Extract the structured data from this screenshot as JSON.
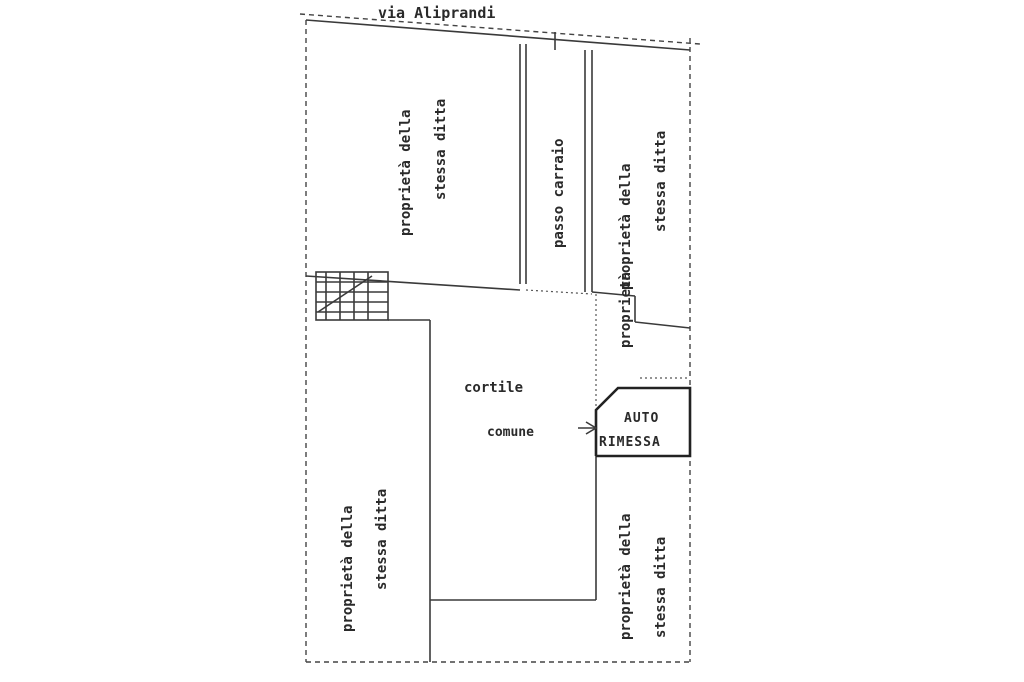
{
  "street": {
    "name": "via Aliprandi"
  },
  "areas": {
    "top_left": {
      "line1": "proprietà della",
      "line2": "stessa ditta"
    },
    "driveway": {
      "label": "passo carraio"
    },
    "top_right": {
      "line1": "proprietà della",
      "line2": "stessa ditta"
    },
    "middle_right": {
      "label": "proprietà"
    },
    "courtyard": {
      "line1": "cortile",
      "line2": "comune"
    },
    "garage": {
      "line1": "AUTO",
      "line2": "RIMESSA"
    },
    "bottom_left": {
      "line1": "proprietà della",
      "line2": "stessa ditta"
    },
    "bottom_right": {
      "line1": "proprietà della",
      "line2": "stessa ditta"
    }
  },
  "colors": {
    "ink": "#2a2a2a",
    "paper": "#ffffff"
  }
}
